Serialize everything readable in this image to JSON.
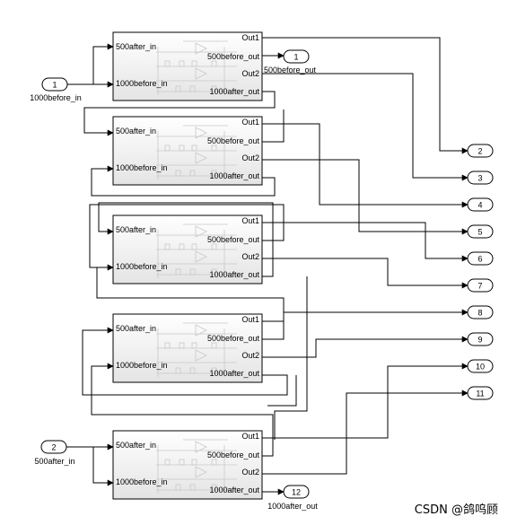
{
  "subsystem_ports": {
    "in1": "500after_in",
    "in2": "1000before_in",
    "out1": "Out1",
    "out2": "500before_out",
    "out3": "Out2",
    "out4": "1000after_out"
  },
  "inports": [
    {
      "num": "1",
      "label": "1000before_in"
    },
    {
      "num": "2",
      "label": "500after_in"
    }
  ],
  "outports": [
    {
      "num": "1",
      "label": "500before_out"
    },
    {
      "num": "2",
      "label": ""
    },
    {
      "num": "3",
      "label": ""
    },
    {
      "num": "4",
      "label": ""
    },
    {
      "num": "5",
      "label": ""
    },
    {
      "num": "6",
      "label": ""
    },
    {
      "num": "7",
      "label": ""
    },
    {
      "num": "8",
      "label": ""
    },
    {
      "num": "9",
      "label": ""
    },
    {
      "num": "10",
      "label": ""
    },
    {
      "num": "11",
      "label": ""
    },
    {
      "num": "12",
      "label": "1000after_out"
    }
  ],
  "watermark": "CSDN @鸽呜顾",
  "colors": {
    "line": "#000000",
    "block_border": "#000000",
    "block_fill_top": "#ffffff",
    "block_fill_bottom": "#e6e6e6",
    "watermark": "#8a8a8a"
  }
}
